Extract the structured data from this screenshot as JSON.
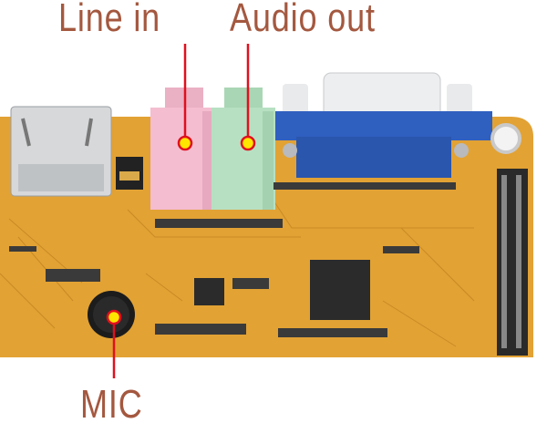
{
  "labels": {
    "line_in": "Line in",
    "audio_out": "Audio out",
    "mic": "MIC"
  },
  "colors": {
    "label": "#a4583f",
    "pointer": "#e0101e",
    "dot": "#ffe600",
    "board": "#e2a234",
    "line_in_jack": "#f2b8cc",
    "audio_out_jack": "#b5dfc0",
    "vga": "#2f5fbf"
  }
}
